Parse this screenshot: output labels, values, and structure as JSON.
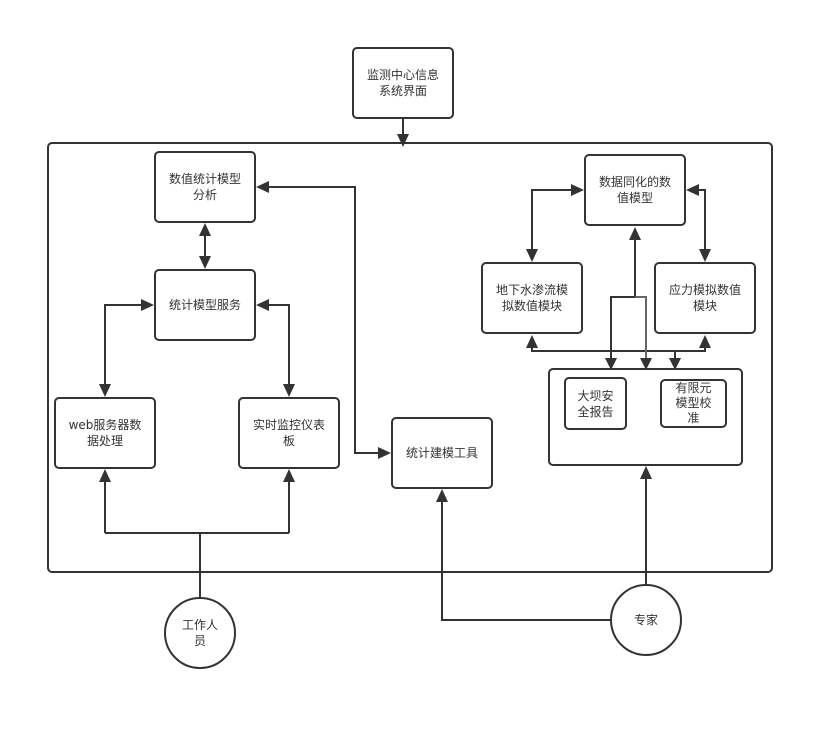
{
  "diagram": {
    "top_node": {
      "label": "监测中心信息\n系统界面"
    },
    "left_group": {
      "numeric_stats_analysis": {
        "label": "数值统计模型\n分析"
      },
      "stats_model_service": {
        "label": "统计模型服务"
      },
      "web_server_processing": {
        "label": "web服务器数\n据处理"
      },
      "realtime_dashboard": {
        "label": "实时监控仪表\n板"
      }
    },
    "stats_modeling_tool": {
      "label": "统计建模工具"
    },
    "right_group": {
      "data_assimilation_model": {
        "label": "数据同化的数\n值模型"
      },
      "groundwater_seepage_module": {
        "label": "地下水渗流模\n拟数值模块"
      },
      "stress_simulation_module": {
        "label": "应力模拟数值\n模块"
      },
      "dam_safety_report": {
        "label": "大坝安\n全报告"
      },
      "fem_calibration": {
        "label": "有限元\n模型校\n准"
      }
    },
    "actors": {
      "staff": {
        "label": "工作人\n员"
      },
      "expert": {
        "label": "专家"
      }
    },
    "colors": {
      "stroke": "#333333",
      "background": "#ffffff",
      "text": "#333333"
    }
  }
}
